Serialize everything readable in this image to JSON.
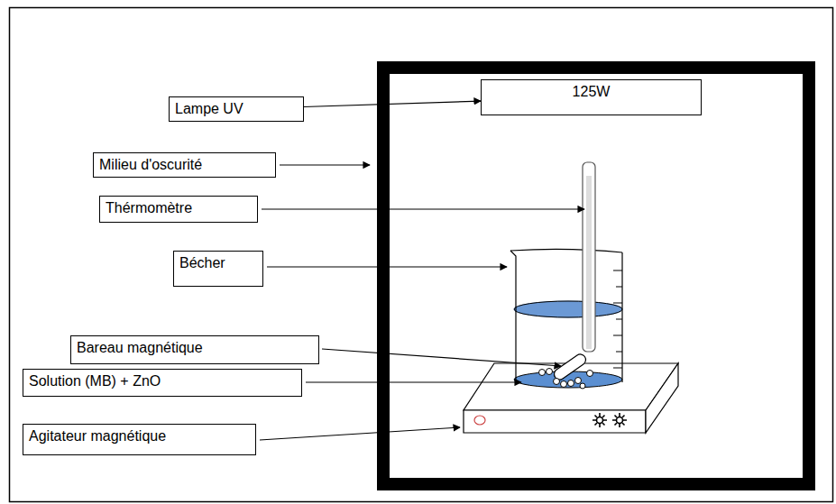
{
  "diagram": {
    "nodes": [
      {
        "text": [
          "Lampe UV"
        ]
      },
      {
        "text": [
          "125W"
        ]
      },
      {
        "text": [
          "Milieu d'oscurité"
        ]
      },
      {
        "text": [
          "Thérmomètre"
        ]
      },
      {
        "text": [
          "Bécher"
        ]
      },
      {
        "text": [
          "Bareau magnétique"
        ]
      },
      {
        "text": [
          "Solution (MB) + ZnO"
        ]
      },
      {
        "text": [
          "Agitateur magnétique"
        ]
      }
    ],
    "edges": [
      {
        "from": 0,
        "to": 1,
        "arrow": "to"
      }
    ]
  }
}
